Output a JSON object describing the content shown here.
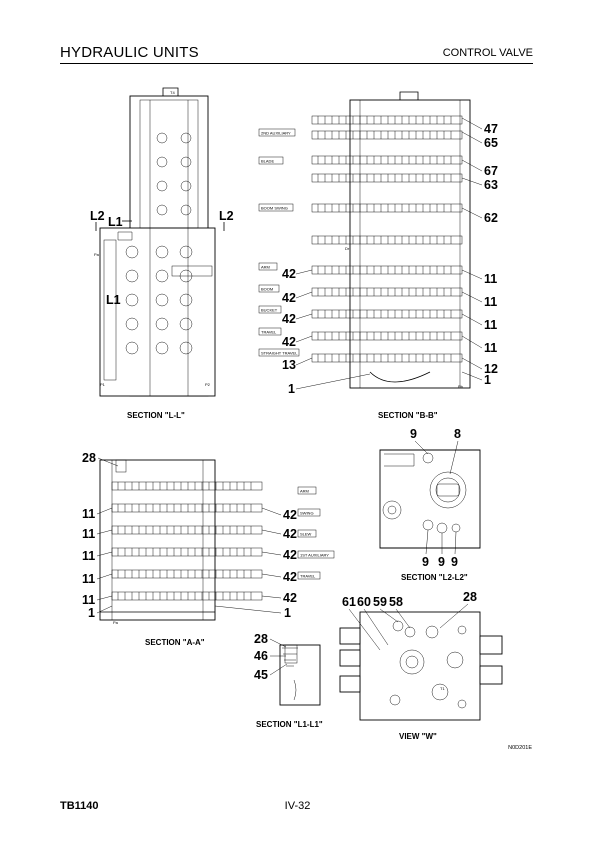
{
  "header": {
    "title": "HYDRAULIC UNITS",
    "section": "CONTROL VALVE"
  },
  "footer": {
    "doc_code": "TB1140",
    "page": "IV-32"
  },
  "figure_code": "N0D201E",
  "captions": {
    "ll": "SECTION \"L-L\"",
    "bb": "SECTION \"B-B\"",
    "aa": "SECTION \"A-A\"",
    "l2l2": "SECTION \"L2-L2\"",
    "l1l1": "SECTION \"L1-L1\"",
    "vw": "VIEW \"W\""
  },
  "labels_ll": {
    "l2a": "L2",
    "l1a": "L1",
    "l2b": "L2",
    "l1b": "L1"
  },
  "tags_bb": [
    "2ND AUXILIARY",
    "BLADE",
    "BOOM SWING",
    "ARM",
    "BOOM",
    "BUCKET",
    "TRAVEL",
    "STRAIGHT TRAVEL"
  ],
  "tags_aa": [
    "ARM",
    "SWING",
    "SLEW",
    "1ST AUXILIARY",
    "TRAVEL"
  ],
  "callouts_bb": {
    "r47": "47",
    "r65": "65",
    "r67": "67",
    "r63": "63",
    "r62": "62",
    "r11a": "11",
    "r11b": "11",
    "r11c": "11",
    "r11d": "11",
    "r12": "12",
    "r1": "1",
    "l42a": "42",
    "l42b": "42",
    "l42c": "42",
    "l42d": "42",
    "l13": "13",
    "l1": "1"
  },
  "callouts_aa": {
    "t28": "28",
    "l11a": "11",
    "l11b": "11",
    "l11c": "11",
    "l11d": "11",
    "l11e": "11",
    "l1": "1",
    "r42a": "42",
    "r42b": "42",
    "r42c": "42",
    "r42d": "42",
    "r42e": "42",
    "r1": "1"
  },
  "callouts_l2l2": {
    "a9": "9",
    "a8": "8",
    "b9": "9",
    "c9": "9",
    "d9": "9"
  },
  "callouts_l1l1": {
    "a28": "28",
    "a46": "46",
    "a45": "45"
  },
  "callouts_vw": {
    "a61": "61",
    "a60": "60",
    "a59": "59",
    "a58": "58",
    "a28": "28"
  },
  "port_marks": {
    "p1": "P1",
    "p2": "P2",
    "t4": "T4",
    "pa": "Pa",
    "pb": "Pb",
    "dr": "Dr",
    "t1": "T1"
  }
}
